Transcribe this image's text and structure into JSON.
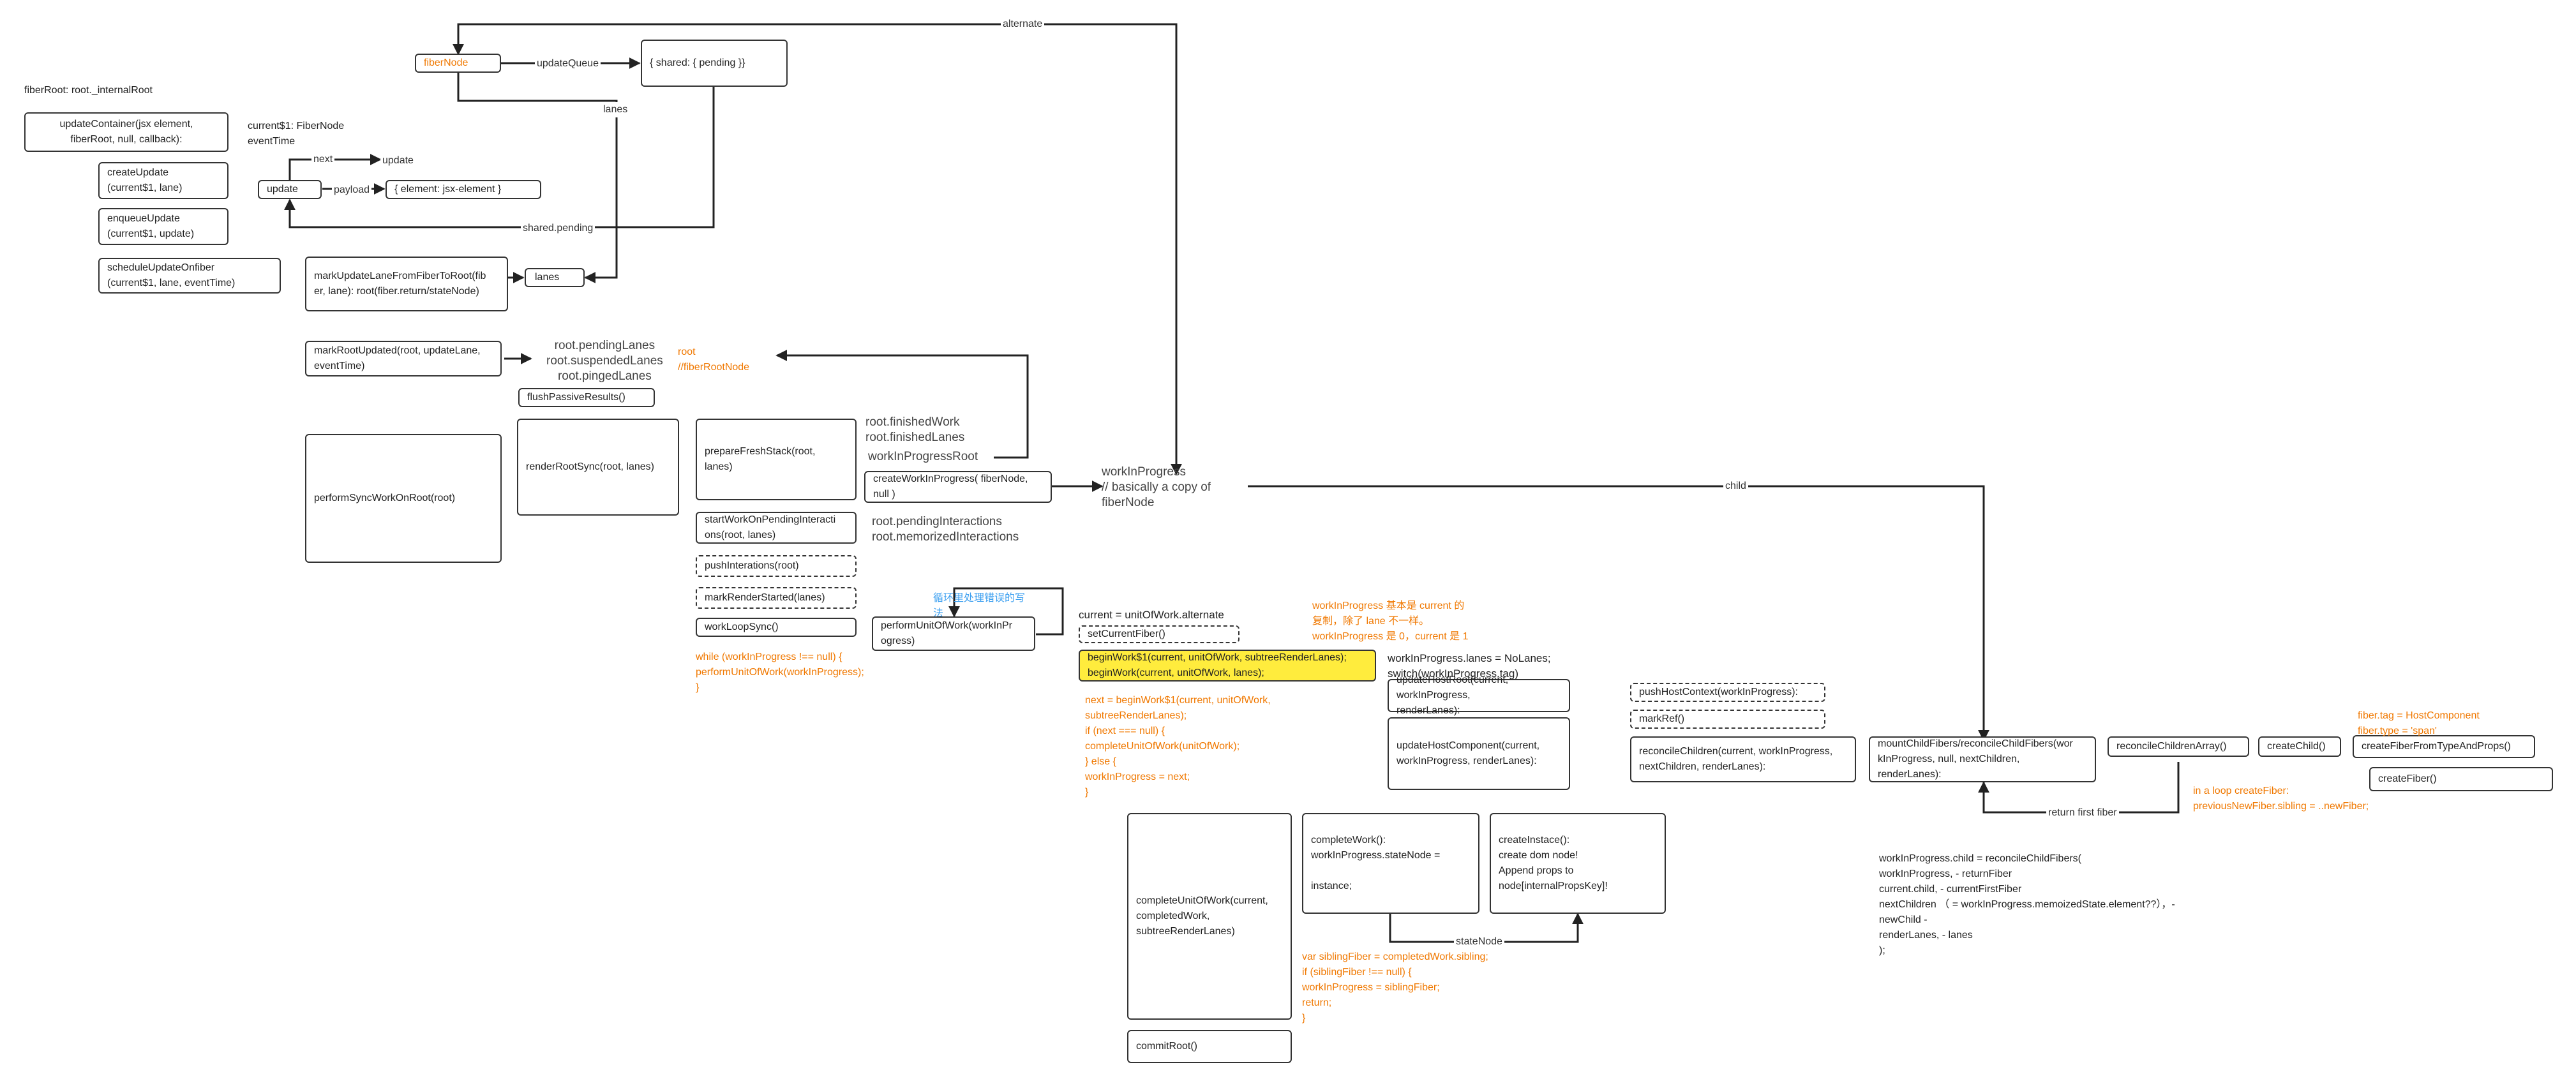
{
  "boxes": {
    "fiber_node": "fiberNode",
    "shared_pending_obj": "{ shared: { pending }}",
    "update_container": "updateContainer(jsx element,\n fiberRoot, null, callback):",
    "create_update": "createUpdate\n(current$1, lane)",
    "enqueue_update": "enqueueUpdate\n(current$1, update)",
    "schedule_update": "scheduleUpdateOnfiber\n(current$1, lane, eventTime)",
    "update": "update",
    "element_obj": "{ element: jsx-element }",
    "lanes": "lanes",
    "mark_update_lane": "markUpdateLaneFromFiberToRoot(fib\ner, lane): root(fiber.return/stateNode)",
    "mark_root_updated": "markRootUpdated(root, updateLane,\neventTime)",
    "flush_passive": "flushPassiveResults()",
    "perform_sync": "performSyncWorkOnRoot(root)",
    "render_root_sync": "renderRootSync(root, lanes)",
    "prepare_fresh_stack": "prepareFreshStack(root,\nlanes)",
    "create_wip": "createWorkInProgress( fiberNode,\nnull )",
    "start_work_pending": "startWorkOnPendingInteracti\nons(root, lanes)",
    "push_interations": "pushInterations(root)",
    "mark_render_started": "markRenderStarted(lanes)",
    "work_loop_sync": "workLoopSync()",
    "perform_unit": "performUnitOfWork(workInPr\nogress)",
    "set_current_fiber": "setCurrentFiber()",
    "begin_work": "beginWork$1(current, unitOfWork, subtreeRenderLanes);\nbeginWork(current, unitOfWork, lanes);",
    "update_host_root": "updateHostRoot(current, workInProgress,\nrenderLanes):",
    "update_host_component": "updateHostComponent(current,\nworkInProgress, renderLanes):",
    "push_host_context": "pushHostContext(workInProgress):",
    "mark_ref": "markRef()",
    "reconcile_children": "reconcileChildren(current, workInProgress,\nnextChildren, renderLanes):",
    "mount_child_fibers": "mountChildFibers/reconcileChildFibers(wor\nkInProgress, null, nextChildren,\nrenderLanes):",
    "reconcile_children_array": "reconcileChildrenArray()",
    "create_child": "createChild()",
    "create_fiber_from_type": "createFiberFromTypeAndProps()",
    "create_fiber": "createFiber()",
    "complete_unit": "completeUnitOfWork(current,\ncompletedWork,\nsubtreeRenderLanes)",
    "complete_work": "completeWork():\nworkInProgress.stateNode =\n\ninstance;",
    "create_instance": "createInstace():\ncreate dom node!\nAppend props to\nnode[internalPropsKey]!",
    "commit_root": "commitRoot()"
  },
  "texts": {
    "fiber_root": "fiberRoot: root._internalRoot",
    "current_fiber": "current$1: FiberNode\neventTime",
    "root_pending_lanes": "root.pendingLanes\nroot.suspendedLanes\nroot.pingedLanes",
    "root_fiber_root_node": "root\n//fiberRootNode",
    "root_finished": "root.finishedWork\nroot.finishedLanes",
    "wip_root": "workInProgressRoot",
    "wip_copy": "workInProgress\n// basically a copy of\nfiberNode",
    "root_pending_interactions": "root.pendingInteractions\nroot.memorizedInteractions",
    "chinese_error_note": "循环里处理错误的写\n法",
    "while_loop": "while (workInProgress !== null) {\n    performUnitOfWork(workInProgress);\n}",
    "current_alternate": "current = unitOfWork.alternate",
    "wip_note": "workInProgress 基本是 current 的\n复制，除了 lane 不一样。\nworkInProgress 是 0，current 是 1",
    "wip_lanes": "workInProgress.lanes = NoLanes;\nswitch(workInProgress.tag)",
    "next_code": " next = beginWork$1(current, unitOfWork,\nsubtreeRenderLanes);\nif (next === null) {\n    completeUnitOfWork(unitOfWork);\n} else {\n    workInProgress = next;\n}",
    "sibling_code": "var siblingFiber = completedWork.sibling;\n if (siblingFiber !== null) {\n        workInProgress = siblingFiber;\n        return;\n}",
    "fiber_tag": "fiber.tag = HostComponent\nfiber.type = 'span'",
    "in_loop": "in a loop createFiber:\n    previousNewFiber.sibling = ..newFiber;",
    "wip_child_code": "workInProgress.child = reconcileChildFibers(\n      workInProgress, - returnFiber\n      current.child, - currentFirstFiber\n      nextChildren （ = workInProgress.memoizedState.element??），-\nnewChild -\n      renderLanes, - lanes\n    );"
  },
  "edge_labels": {
    "alternate": "alternate",
    "update_queue": "updateQueue",
    "lanes": "lanes",
    "next": "next",
    "update": "update",
    "payload": "payload",
    "shared_pending": "shared.pending",
    "child": "child",
    "return_first_fiber": "return first fiber",
    "state_node": "stateNode"
  },
  "colors": {
    "accent_orange": "#f07800",
    "highlight_yellow": "#ffec3d",
    "note_blue": "#3b9ff0"
  }
}
